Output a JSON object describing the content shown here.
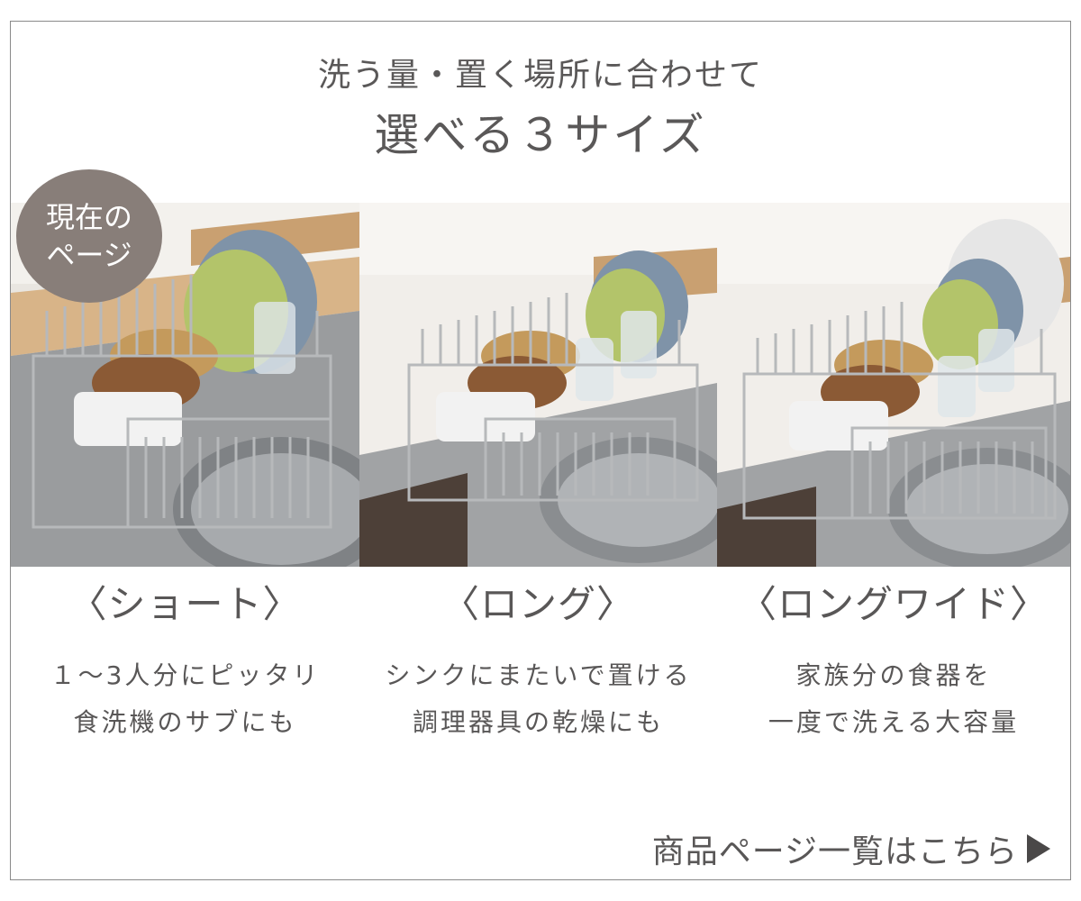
{
  "header": {
    "subtitle": "洗う量・置く場所に合わせて",
    "title": "選べる３サイズ"
  },
  "badge": {
    "line1": "現在の",
    "line2": "ページ"
  },
  "sizes": [
    {
      "title": "〈ショート〉",
      "desc_line1": "１～3人分にピッタリ",
      "desc_line2": "食洗機のサブにも"
    },
    {
      "title": "〈ロング〉",
      "desc_line1": "シンクにまたいで置ける",
      "desc_line2": "調理器具の乾燥にも"
    },
    {
      "title": "〈ロングワイド〉",
      "desc_line1": "家族分の食器を",
      "desc_line2": "一度で洗える大容量"
    }
  ],
  "cta": {
    "label": "商品ページ一覧はこちら"
  },
  "icons": {
    "cta_arrow": "play-triangle-icon"
  },
  "colors": {
    "text": "#595757",
    "badge_bg": "#887e79",
    "border": "#8a8a8a"
  }
}
